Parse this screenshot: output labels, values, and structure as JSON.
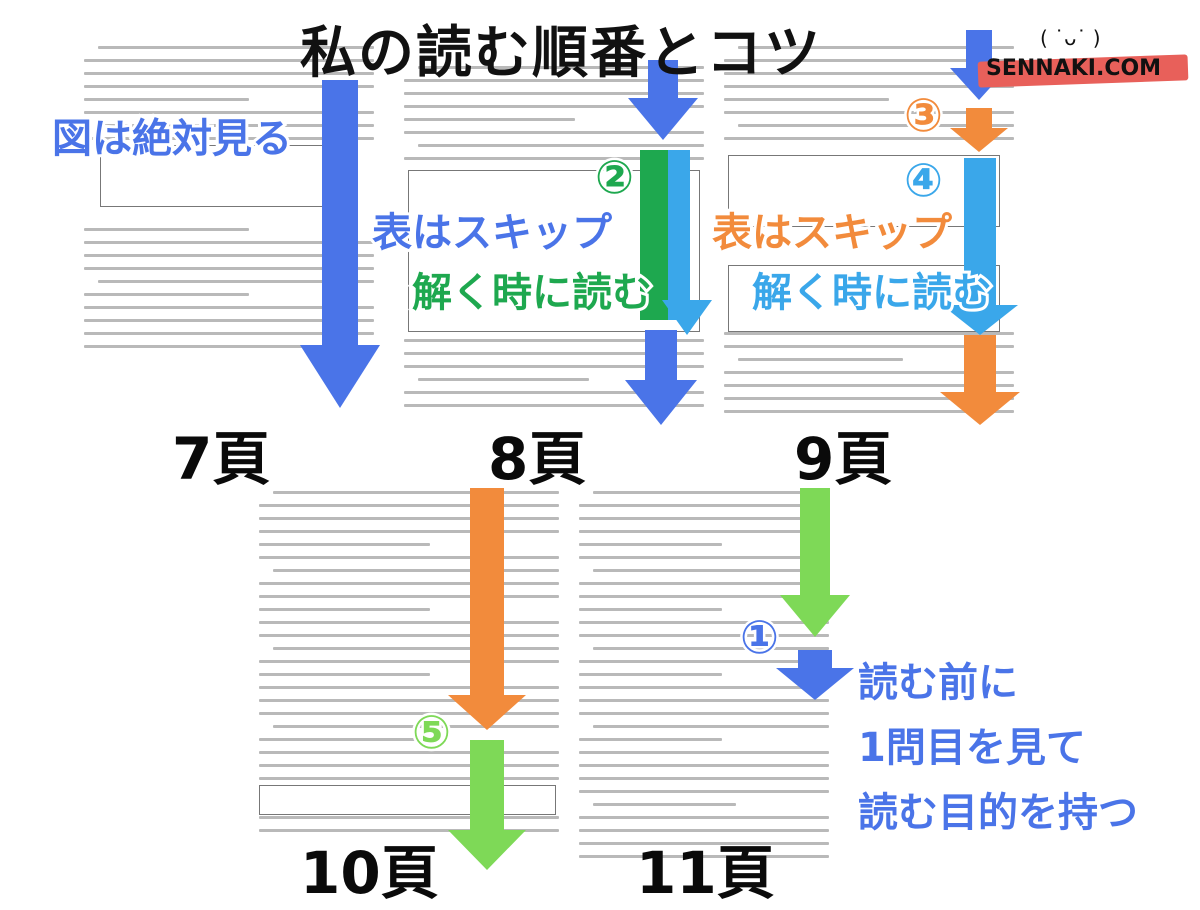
{
  "title": "私の読む順番とコツ",
  "logo": {
    "face": "( ˙ᴗ˙ )",
    "text": "SENNAKI.COM"
  },
  "pages": {
    "p7": "7頁",
    "p8": "8頁",
    "p9": "9頁",
    "p10": "10頁",
    "p11": "11頁"
  },
  "notes": {
    "fig_full": "図は絶対見る",
    "skip_table_1": "表はスキップ",
    "read_when_solving_1": "解く時に読む",
    "skip_table_2": "表はスキップ",
    "read_when_solving_2": "解く時に読む",
    "before_1": "読む前に",
    "before_2": "1問目を見て",
    "before_3": "読む目的を持つ"
  },
  "steps": {
    "s1": "①",
    "s2": "②",
    "s3": "③",
    "s4": "④",
    "s5": "⑤"
  },
  "colors": {
    "blue": "#4a74e8",
    "green": "#1ea84f",
    "orange": "#f28b3c",
    "sky": "#3aa7ea",
    "light_green": "#7ed957",
    "logo_red": "#e8605a"
  }
}
